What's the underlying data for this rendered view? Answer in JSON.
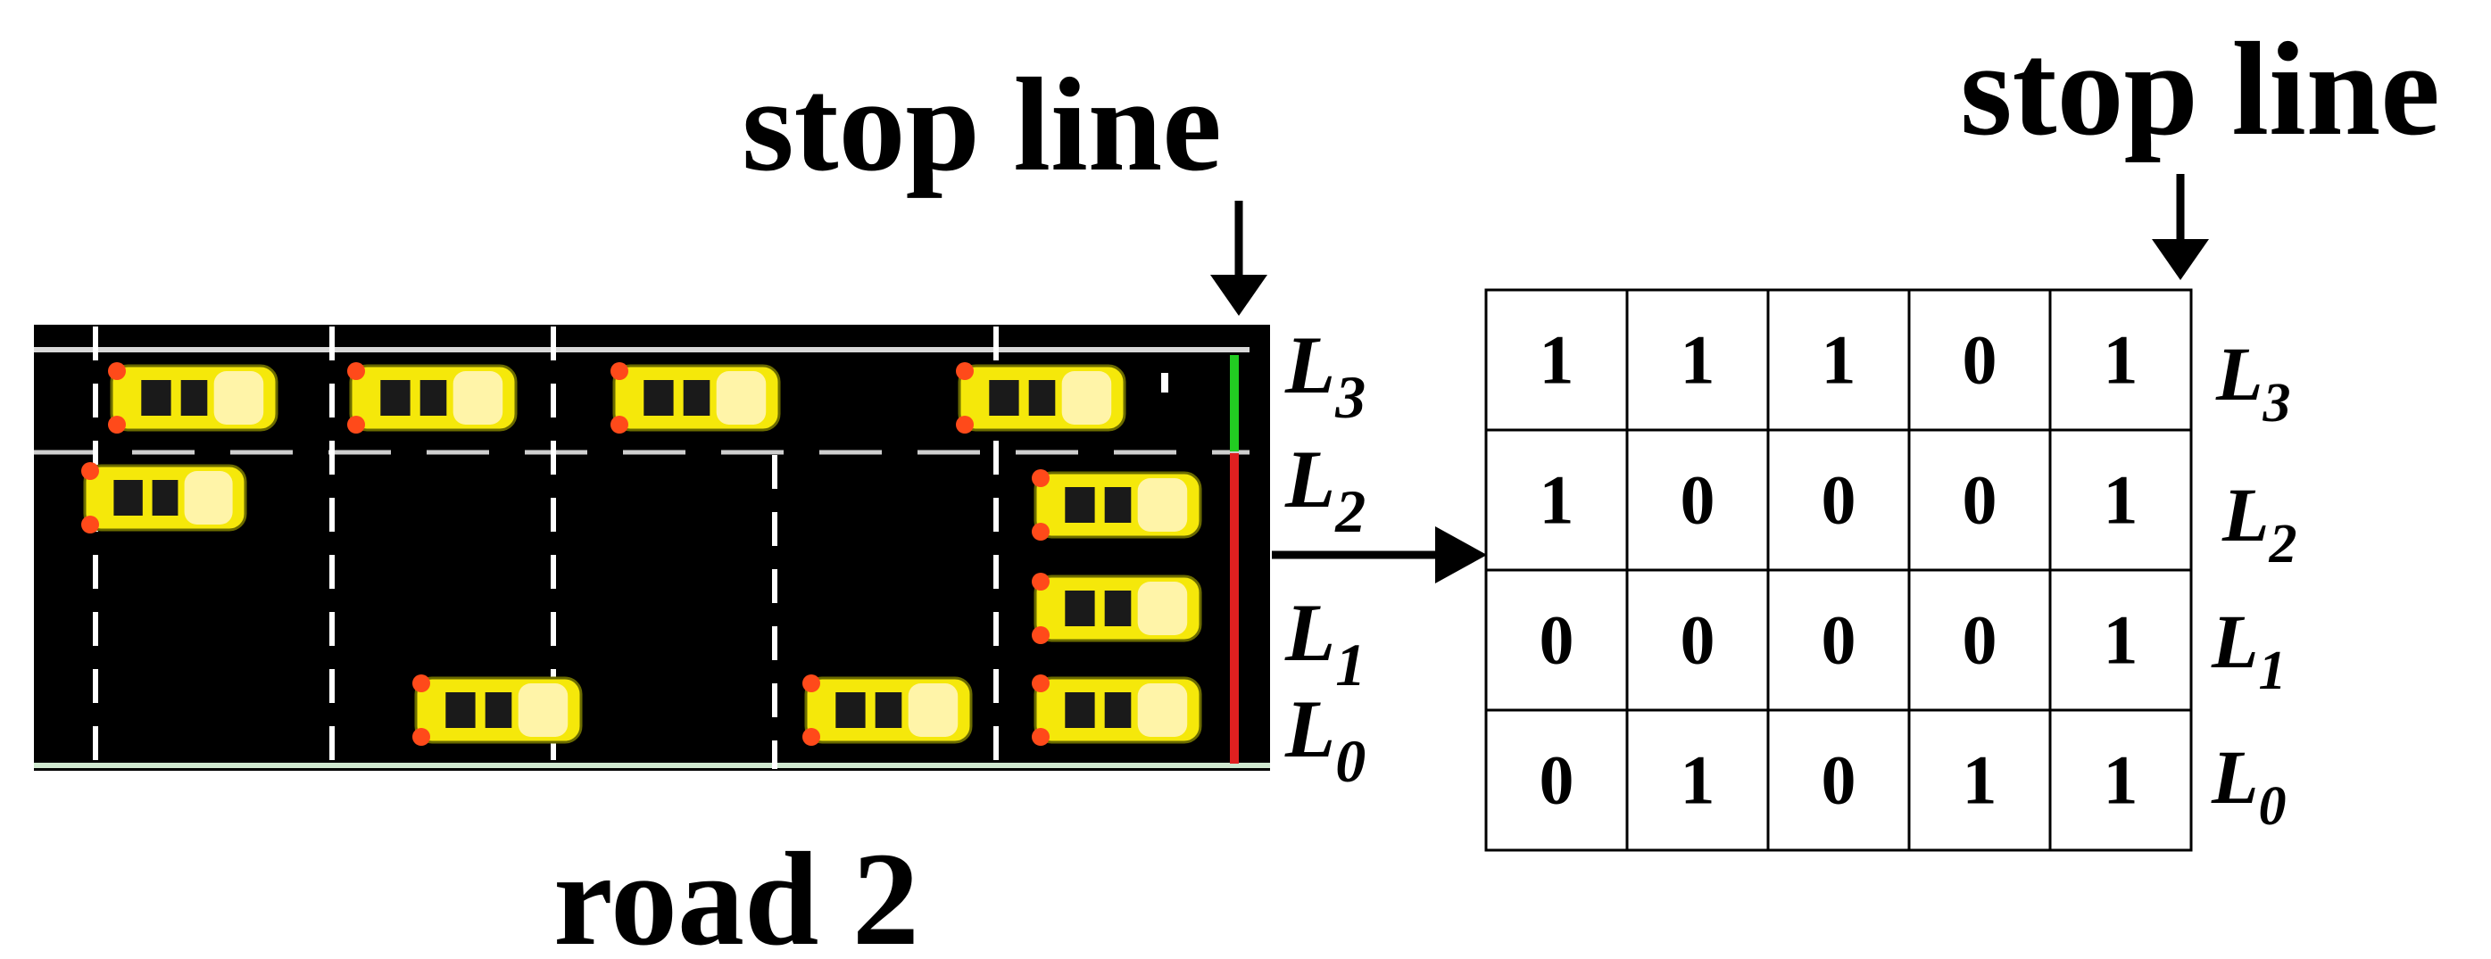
{
  "diagram": {
    "left_stop_line_label": "stop line",
    "right_stop_line_label": "stop line",
    "road_label": "road 2",
    "lane_letter": "L",
    "lanes_top_to_bottom": [
      {
        "id": "L3",
        "sub": "3"
      },
      {
        "id": "L2",
        "sub": "2"
      },
      {
        "id": "L1",
        "sub": "1"
      },
      {
        "id": "L0",
        "sub": "0"
      }
    ],
    "signal_colors": {
      "L3": "#22cc22",
      "L2": "#e02020",
      "L1": "#e02020",
      "L0": "#e02020"
    },
    "road_color": "#000000",
    "car_color": "#f5e80a",
    "occupancy_matrix": [
      [
        "1",
        "1",
        "1",
        "0",
        "1"
      ],
      [
        "1",
        "0",
        "0",
        "0",
        "1"
      ],
      [
        "0",
        "0",
        "0",
        "0",
        "1"
      ],
      [
        "0",
        "1",
        "0",
        "1",
        "1"
      ]
    ]
  }
}
